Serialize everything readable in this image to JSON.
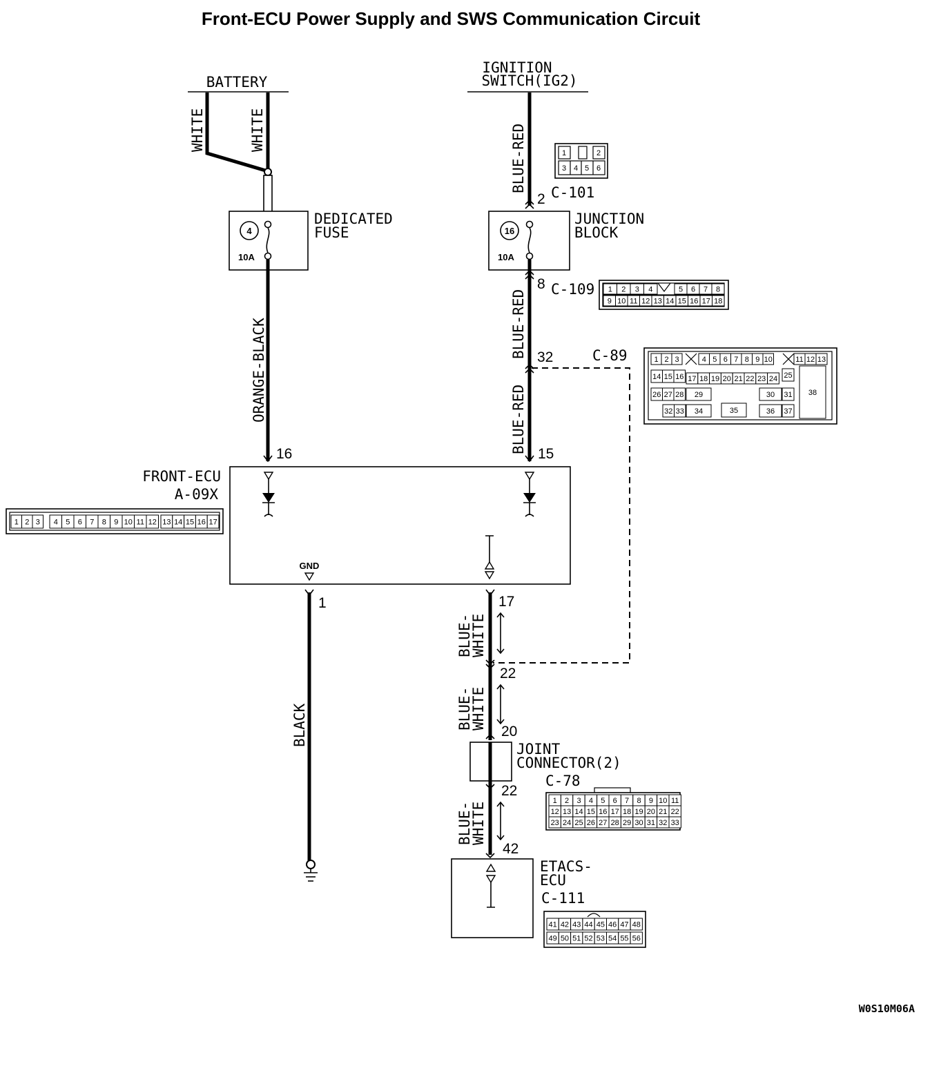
{
  "title": "Front-ECU Power Supply and SWS Communication Circuit",
  "sources": {
    "battery": "BATTERY",
    "ignition_line1": "IGNITION",
    "ignition_line2": "SWITCH(IG2)"
  },
  "wires": {
    "white_a": "WHITE",
    "white_b": "WHITE",
    "orange_black": "ORANGE-BLACK",
    "blue_red_top": "BLUE-RED",
    "blue_red_mid": "BLUE-RED",
    "blue_red_low": "BLUE-RED",
    "black": "BLACK",
    "blue_white_1a": "BLUE-",
    "blue_white_1b": "WHITE",
    "blue_white_2a": "BLUE-",
    "blue_white_2b": "WHITE",
    "blue_white_3a": "BLUE-",
    "blue_white_3b": "WHITE"
  },
  "fuse": {
    "name_line1": "DEDICATED",
    "name_line2": "FUSE",
    "number": "4",
    "rating": "10A"
  },
  "junction_block": {
    "name_line1": "JUNCTION",
    "name_line2": "BLOCK",
    "number": "16",
    "rating": "10A"
  },
  "connectors": {
    "c101": "C-101",
    "c109": "C-109",
    "c89": "C-89",
    "c78": "C-78",
    "c111": "C-111",
    "a09x": "A-09X"
  },
  "pins": {
    "p2": "2",
    "p8": "8",
    "p32": "32",
    "p16": "16",
    "p15": "15",
    "p1": "1",
    "p17": "17",
    "p22a": "22",
    "p20": "20",
    "p22b": "22",
    "p42": "42"
  },
  "front_ecu": {
    "name": "FRONT-ECU",
    "gnd": "GND"
  },
  "joint_connector": {
    "line1": "JOINT",
    "line2": "CONNECTOR(2)"
  },
  "etacs": {
    "line1": "ETACS-",
    "line2": "ECU"
  },
  "connector_faces": {
    "c101_top": [
      "1",
      "",
      "2"
    ],
    "c101_bottom": [
      "3",
      "4",
      "5",
      "6"
    ],
    "c109_top": [
      "1",
      "2",
      "3",
      "4",
      "5",
      "6",
      "7",
      "8"
    ],
    "c109_bottom": [
      "9",
      "10",
      "11",
      "12",
      "13",
      "14",
      "15",
      "16",
      "17",
      "18"
    ],
    "c89_row1": [
      "1",
      "2",
      "3",
      "4",
      "5",
      "6",
      "7",
      "8",
      "9",
      "10",
      "11",
      "12",
      "13"
    ],
    "c89_row2": [
      "14",
      "15",
      "16",
      "17",
      "18",
      "19",
      "20",
      "21",
      "22",
      "23",
      "24",
      "25"
    ],
    "c89_row3": [
      "26",
      "27",
      "28",
      "29",
      "30",
      "31",
      "38"
    ],
    "c89_row4": [
      "32",
      "33",
      "34",
      "35",
      "36",
      "37"
    ],
    "a09x_row": [
      "1",
      "2",
      "3",
      "4",
      "5",
      "6",
      "7",
      "8",
      "9",
      "10",
      "11",
      "12",
      "13",
      "14",
      "15",
      "16",
      "17"
    ],
    "c78_row1": [
      "1",
      "2",
      "3",
      "4",
      "5",
      "6",
      "7",
      "8",
      "9",
      "10",
      "11"
    ],
    "c78_row2": [
      "12",
      "13",
      "14",
      "15",
      "16",
      "17",
      "18",
      "19",
      "20",
      "21",
      "22"
    ],
    "c78_row3": [
      "23",
      "24",
      "25",
      "26",
      "27",
      "28",
      "29",
      "30",
      "31",
      "32",
      "33"
    ],
    "c111_row1": [
      "41",
      "42",
      "43",
      "44",
      "45",
      "46",
      "47",
      "48"
    ],
    "c111_row2": [
      "49",
      "50",
      "51",
      "52",
      "53",
      "54",
      "55",
      "56"
    ]
  },
  "figure_code": "W0S10M06A"
}
